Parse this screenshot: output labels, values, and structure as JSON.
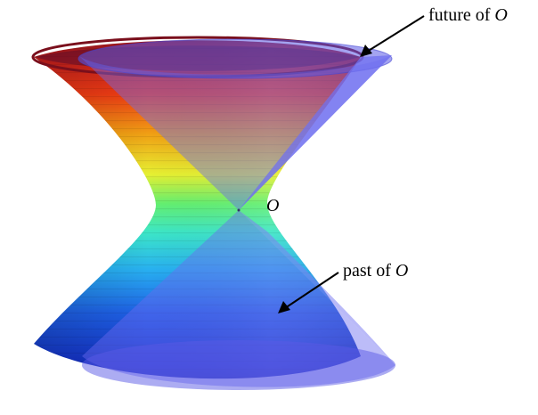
{
  "labels": {
    "future_text": "future of ",
    "future_var": "O",
    "origin": "O",
    "past_text": "past of ",
    "past_var": "O"
  },
  "colors": {
    "background": "#ffffff",
    "cone": "#6a6af0",
    "arrow": "#000000",
    "colormap": [
      "#0a12a0",
      "#1e50e6",
      "#28a8f0",
      "#3ce6c8",
      "#a0f050",
      "#f0f028",
      "#f0a014",
      "#e63214",
      "#b41e1e",
      "#78104e"
    ]
  }
}
